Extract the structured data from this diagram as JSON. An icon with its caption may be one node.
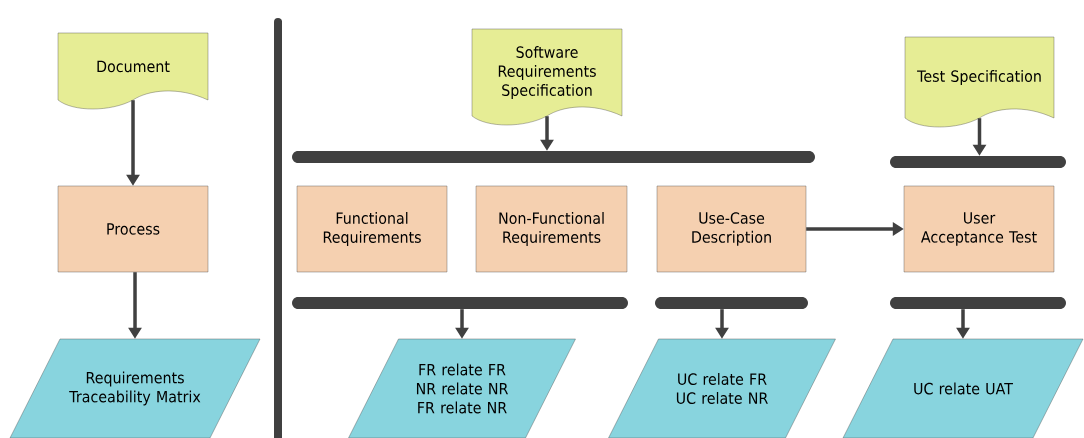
{
  "diagram": {
    "nodes": [
      {
        "text": [
          "Document"
        ]
      },
      {
        "text": [
          "Software Requirements Specification"
        ]
      },
      {
        "text": [
          "Test Specification"
        ]
      },
      {
        "text": [],
        "shape": "bar"
      },
      {
        "text": [],
        "shape": "bar"
      },
      {
        "text": [
          "Process"
        ]
      },
      {
        "text": [
          "Functional Requirements"
        ]
      },
      {
        "text": [
          "Non-Functional Requirements"
        ]
      },
      {
        "text": [
          "Use-Case Description"
        ]
      },
      {
        "text": [
          "User Acceptance Test"
        ]
      },
      {
        "text": [],
        "shape": "bar"
      },
      {
        "text": [],
        "shape": "bar"
      },
      {
        "text": [],
        "shape": "bar"
      },
      {
        "text": [
          "Requirements Traceability Matrix"
        ]
      },
      {
        "text": [
          "FR relate FR",
          "NR relate NR",
          "FR relate NR"
        ]
      },
      {
        "text": [
          "UC relate FR",
          "UC relate NR"
        ]
      },
      {
        "text": [
          "UC relate UAT"
        ]
      }
    ],
    "edges": [
      {
        "from": 0,
        "to": 5,
        "arrow": "to"
      },
      {
        "from": 5,
        "to": 13,
        "arrow": "to"
      },
      {
        "from": 1,
        "to": 3,
        "arrow": "to"
      },
      {
        "from": 2,
        "to": 4,
        "arrow": "to"
      },
      {
        "from": 8,
        "to": 9,
        "arrow": "to"
      },
      {
        "from": 10,
        "to": 14,
        "arrow": "to"
      },
      {
        "from": 11,
        "to": 15,
        "arrow": "to"
      },
      {
        "from": 12,
        "to": 16,
        "arrow": "to"
      }
    ]
  }
}
